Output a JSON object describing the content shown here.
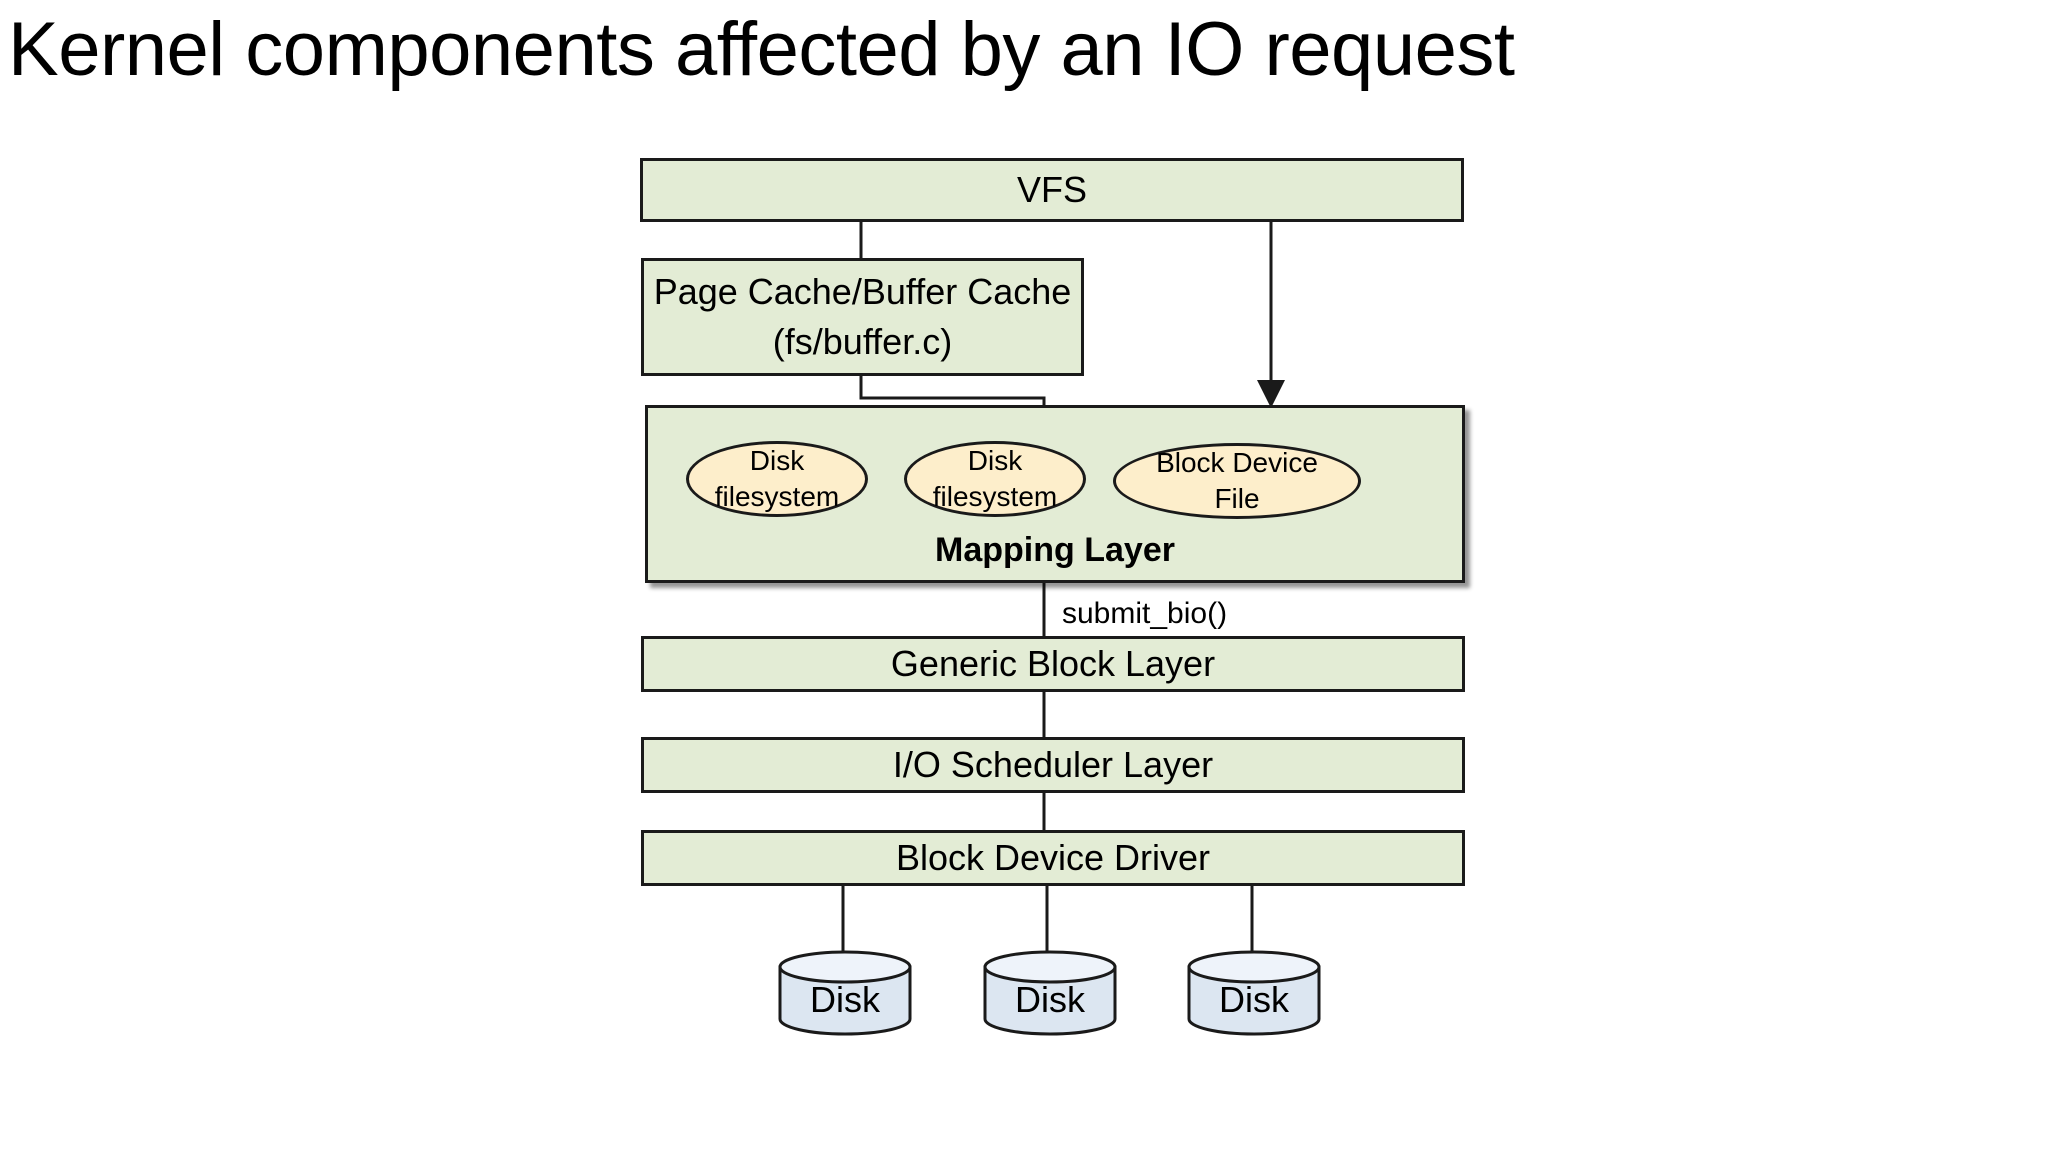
{
  "slide": {
    "title": "Kernel components affected by an IO request"
  },
  "colors": {
    "layer_fill": "#e3ecd5",
    "ellipse_fill": "#fdeecb",
    "disk_fill": "#dce6f1",
    "stroke": "#1a1a1a",
    "background": "#ffffff",
    "text": "#000000"
  },
  "diagram": {
    "type": "block-diagram",
    "layers": [
      {
        "id": "vfs",
        "label": "VFS"
      },
      {
        "id": "pagecache",
        "label_line1": "Page Cache/Buffer Cache",
        "label_line2": "(fs/buffer.c)"
      },
      {
        "id": "mapping",
        "label": "Mapping Layer"
      },
      {
        "id": "generic",
        "label": "Generic Block Layer"
      },
      {
        "id": "scheduler",
        "label": "I/O Scheduler Layer"
      },
      {
        "id": "driver",
        "label": "Block Device Driver"
      }
    ],
    "mapping_nodes": [
      {
        "id": "fs1",
        "label_line1": "Disk",
        "label_line2": "filesystem"
      },
      {
        "id": "fs2",
        "label_line1": "Disk",
        "label_line2": "filesystem"
      },
      {
        "id": "bdf",
        "label_line1": "Block Device",
        "label_line2": "File"
      }
    ],
    "edge_labels": {
      "submit_bio": "submit_bio()"
    },
    "disks": [
      {
        "id": "disk1",
        "label": "Disk"
      },
      {
        "id": "disk2",
        "label": "Disk"
      },
      {
        "id": "disk3",
        "label": "Disk"
      }
    ]
  }
}
